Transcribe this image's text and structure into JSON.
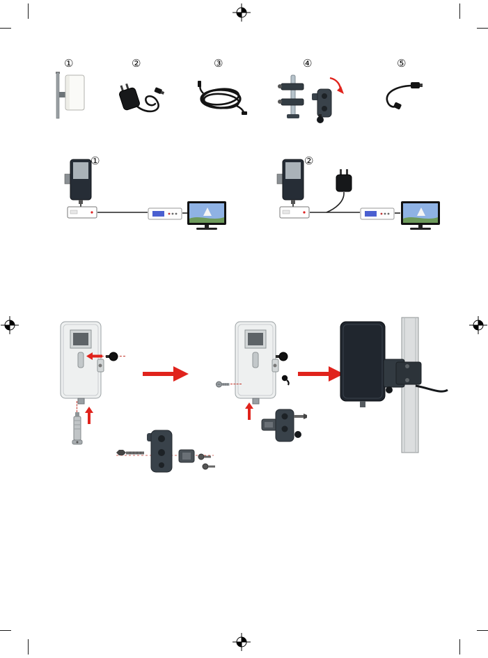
{
  "page": {
    "background": "#ffffff"
  },
  "colors": {
    "accent_red": "#e0231c",
    "hardware_dark": "#39424a",
    "antenna_front_dark": "#20262e",
    "antenna_rear_gray": "#eef0f0",
    "tv_screen_blue": "#8fb2e4",
    "receiver_display_blue": "#4a5fd0"
  },
  "parts_list": {
    "items": [
      {
        "label": "①",
        "icon": "outdoor-antenna-icon"
      },
      {
        "label": "②",
        "icon": "power-adapter-icon"
      },
      {
        "label": "③",
        "icon": "coax-cable-coil-icon"
      },
      {
        "label": "④",
        "icon": "mounting-bracket-kit-icon"
      },
      {
        "label": "⑤",
        "icon": "adapter-cable-icon"
      }
    ]
  },
  "connection_diagrams": {
    "items": [
      {
        "label": "①",
        "icon": "antenna-receiver-tv-diagram"
      },
      {
        "label": "②",
        "icon": "antenna-power-adapter-receiver-tv-diagram"
      }
    ]
  }
}
